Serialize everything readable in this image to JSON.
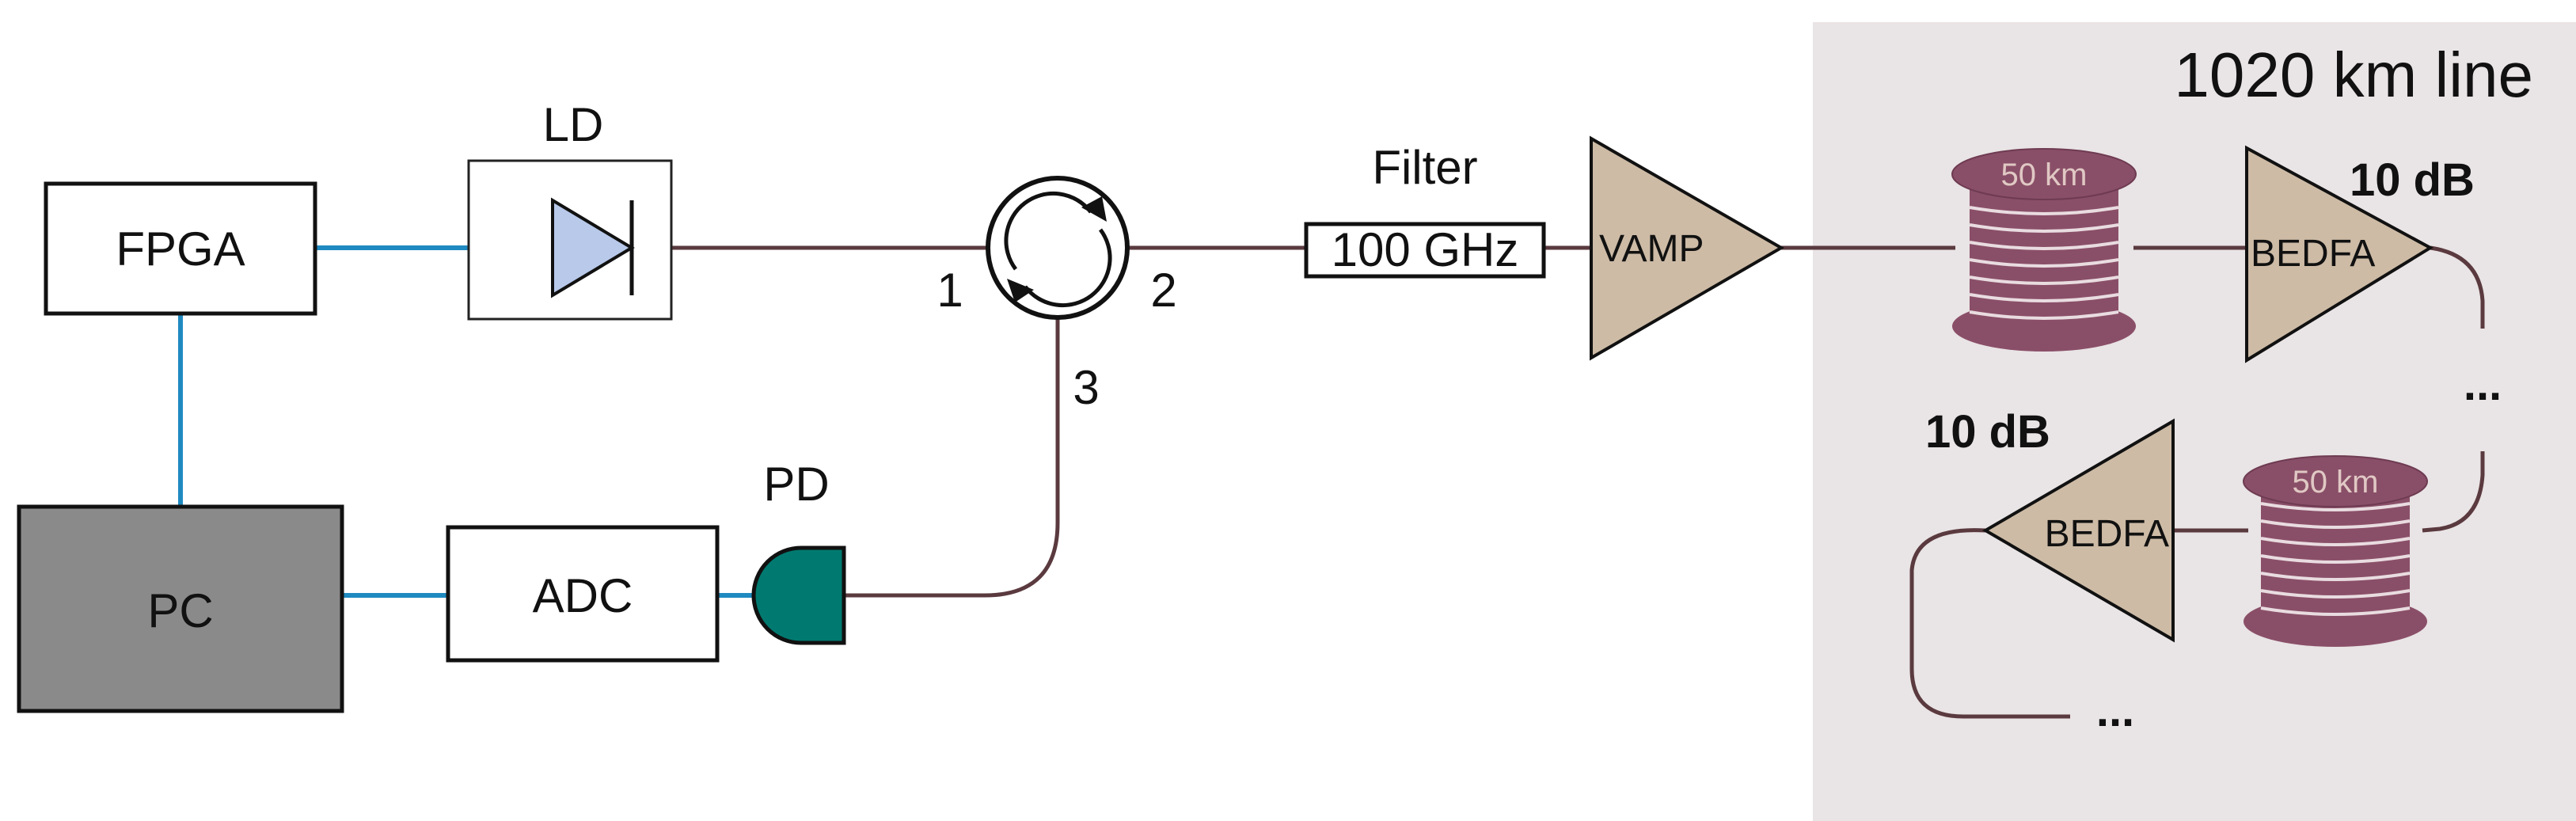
{
  "colors": {
    "fiber": "#5a3a3f",
    "electric": "#1f8ac0",
    "pc_fill": "#8a8a8a",
    "ld_diode": "#b8c9ea",
    "pd_fill": "#007a70",
    "amp_fill": "#cdbba6",
    "spool_fill": "#8a4f68",
    "spool_label": "#e0c8c4",
    "line_bg": "#e9e4e5"
  },
  "blocks": {
    "fpga": "FPGA",
    "pc": "PC",
    "adc": "ADC",
    "ld": "LD",
    "pd": "PD",
    "filter_title": "Filter",
    "filter_value": "100 GHz",
    "vamp": "VAMP"
  },
  "circulator": {
    "port1": "1",
    "port2": "2",
    "port3": "3"
  },
  "line": {
    "title": "1020 km line",
    "spool1_label": "50 km",
    "spool2_label": "50 km",
    "amp1_label": "BEDFA",
    "amp1_gain": "10 dB",
    "amp2_label": "BEDFA",
    "amp2_gain": "10 dB",
    "ellipsis_right": "...",
    "ellipsis_bottom": "..."
  }
}
